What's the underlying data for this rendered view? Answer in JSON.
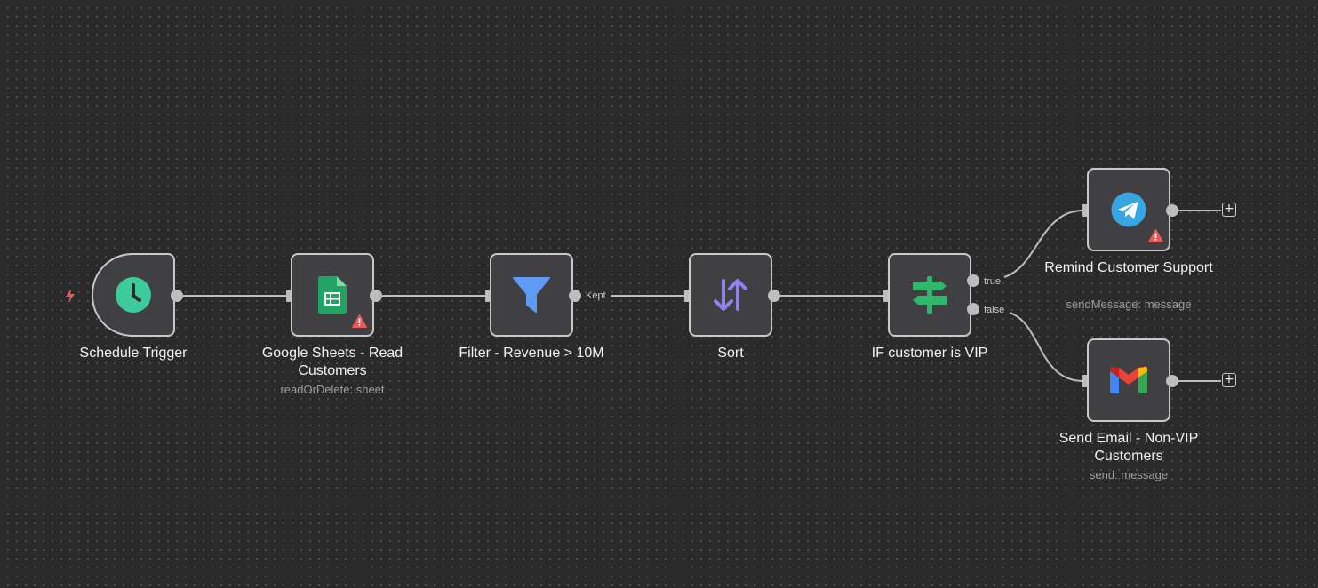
{
  "colors": {
    "canvas_bg": "#2a2a2b",
    "node_bg": "#404042",
    "node_border": "#c9c9cb",
    "connector": "#bdbdc0",
    "warning": "#ea5a5a",
    "trigger_bolt": "#ea5a5a"
  },
  "nodes": {
    "schedule": {
      "title": "Schedule Trigger",
      "icon": "clock-icon",
      "icon_color": "#3ecb9a"
    },
    "sheets": {
      "title": "Google Sheets - Read Customers",
      "subtitle": "readOrDelete: sheet",
      "icon": "google-sheets-icon",
      "icon_color": "#21a464",
      "has_warning": true
    },
    "filter": {
      "title": "Filter - Revenue > 10M",
      "icon": "funnel-icon",
      "icon_color": "#5f9bf5"
    },
    "sort": {
      "title": "Sort",
      "icon": "sort-arrows-icon",
      "icon_color": "#8c84ef"
    },
    "if": {
      "title": "IF customer is VIP",
      "icon": "signpost-icon",
      "icon_color": "#2fb86b"
    },
    "telegram": {
      "title": "Remind Customer Support",
      "subtitle": "sendMessage: message",
      "icon": "telegram-icon",
      "icon_color": "#38a6e3",
      "has_warning": true
    },
    "gmail": {
      "title": "Send Email - Non-VIP Customers",
      "subtitle": "send: message",
      "icon": "gmail-icon"
    }
  },
  "edges": {
    "filter_kept_label": "Kept",
    "if_true_label": "true",
    "if_false_label": "false"
  },
  "add_button_label": "+"
}
